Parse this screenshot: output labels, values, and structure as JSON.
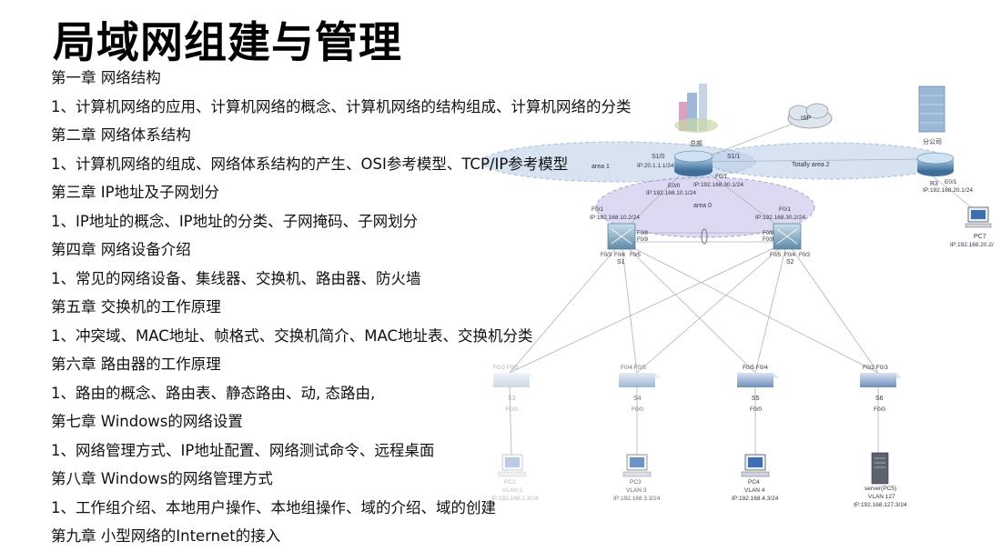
{
  "title": "局域网组建与管理",
  "outline": [
    "第一章 网络结构",
    "1、计算机网络的应用、计算机网络的概念、计算机网络的结构组成、计算机网络的分类",
    "第二章 网络体系结构",
    "1、计算机网络的组成、网络体系结构的产生、OSI参考模型、TCP/IP参考模型",
    "第三章 IP地址及子网划分",
    "1、IP地址的概念、IP地址的分类、子网掩码、子网划分",
    "第四章 网络设备介绍",
    "1、常见的网络设备、集线器、交换机、路由器、防火墙",
    "第五章 交换机的工作原理",
    "1、冲突域、MAC地址、帧格式、交换机简介、MAC地址表、交换机分类",
    "第六章 路由器的工作原理",
    "1、路由的概念、路由表、静态路由、动, 态路由,",
    "第七章 Windows的网络设置",
    "1、网络管理方式、IP地址配置、网络测试命令、远程桌面",
    "第八章 Windows的网络管理方式",
    "1、工作组介绍、本地用户操作、本地组操作、域的介绍、域的创建",
    "第九章 小型网络的Internet的接入"
  ],
  "diagram": {
    "hq_label": "总部",
    "branch_label": "分公司",
    "isp_label": "ISP",
    "area0": "area 0",
    "area1": "area 1",
    "area2": "Totally area 2",
    "r1": {
      "s10": "S1/0",
      "s11": "S1/1",
      "ip1": "IP:20.1.1.1/24",
      "f01": "F0/1",
      "ip2": "IP:192.168.30.1/24",
      "e00": "E0/0",
      "ip3": "IP:192.168.10.1/24"
    },
    "r3": {
      "name": "R3",
      "port": "E0/1",
      "ip": "IP:192.168.20.1/24"
    },
    "s1": {
      "name": "S1",
      "port": "F0/1",
      "ip": "IP:192.168.10.2/24",
      "p1": "F0/8",
      "p2": "F0/9",
      "p3": "F0/3",
      "p4": "F0/4",
      "p5": "F0/5"
    },
    "s2": {
      "name": "S2",
      "port": "F0/1",
      "ip": "IP:192.168.30.2/24",
      "p1": "F0/8",
      "p2": "F0/9",
      "p3": "F0/5",
      "p4": "F0/4",
      "p5": "F0/3"
    },
    "s3": {
      "ports": "F0/3  F0/2",
      "name": "S3",
      "up": "F0/0"
    },
    "s4": {
      "ports": "F0/4  F0/5",
      "name": "S4",
      "up": "F0/0"
    },
    "s5": {
      "ports": "F0/5  F0/4",
      "name": "S5",
      "up": "F0/0"
    },
    "s6": {
      "ports": "F0/2  F0/3",
      "name": "S6",
      "up": "F0/0"
    },
    "pc7": {
      "name": "PC7",
      "ip": "IP:192.168.20.2/"
    },
    "pc2": {
      "name": "PC2",
      "vlan": "VLAN 2",
      "ip": "IP:192.168.2.3/24"
    },
    "pc3": {
      "name": "PC3",
      "vlan": "VLAN 3",
      "ip": "IP:192.168.3.3/24"
    },
    "pc4": {
      "name": "PC4",
      "vlan": "VLAN 4",
      "ip": "IP:192.168.4.3/24"
    },
    "server": {
      "name": "server(PC5)",
      "vlan": "VLAN 127",
      "ip": "IP:192.168.127.3/24"
    }
  }
}
